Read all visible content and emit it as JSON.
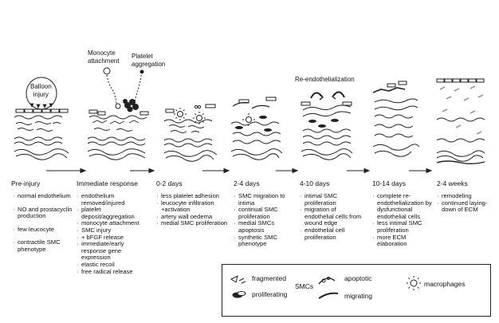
{
  "annotations": {
    "balloon_injury": [
      "Balloon",
      "injury"
    ],
    "monocyte_attachment": [
      "Monocyte",
      "attachment"
    ],
    "platelet_aggregation": [
      "Platelet",
      "aggregation"
    ],
    "re_endothelialization": "Re-endothelialization"
  },
  "stages": [
    {
      "label": "Pre-injury",
      "items": [
        "normal endothelium",
        "NO and prostacyclin production",
        "few leucocyte",
        "contractile SMC phenotype"
      ]
    },
    {
      "label": "Immediate response",
      "items": [
        "endothelium removed/injured",
        "platelet deposit/aggregation",
        "monocyte attachment",
        "SMC injury",
        "+ bFGF release",
        "immediate/early response gene expression",
        "elastic recoil",
        "free radical release"
      ]
    },
    {
      "label": "0-2 days",
      "items": [
        "less platelet adhesion",
        "leucocyte infiltration +activation",
        "artery wall oedema",
        "medial SMC proliferation"
      ]
    },
    {
      "label": "2-4 days",
      "items": [
        "SMC migration to intima",
        "continual SMC proliferation",
        "medial SMCs apoptosis",
        "synthetic SMC phenotype"
      ]
    },
    {
      "label": "4-10 days",
      "items": [
        "intimal SMC proliferation",
        "migration of endothelial cells from wound edge",
        "endothelial cell proliferation"
      ]
    },
    {
      "label": "10-14 days",
      "items": [
        "complete re-endothelialization by dysfunctional endothelial cells",
        "less intimal SMC proliferation",
        "more ECM elaboration"
      ]
    },
    {
      "label": "2-4 weeks",
      "items": [
        "remodeling",
        "continued laying-down of ECM"
      ]
    }
  ],
  "legend": {
    "fragmented": "fragmented",
    "proliferating": "proliferating",
    "smcs": "SMCs",
    "apoptotic": "apoptotic",
    "migrating": "migrating",
    "macrophages": "macrophages"
  }
}
